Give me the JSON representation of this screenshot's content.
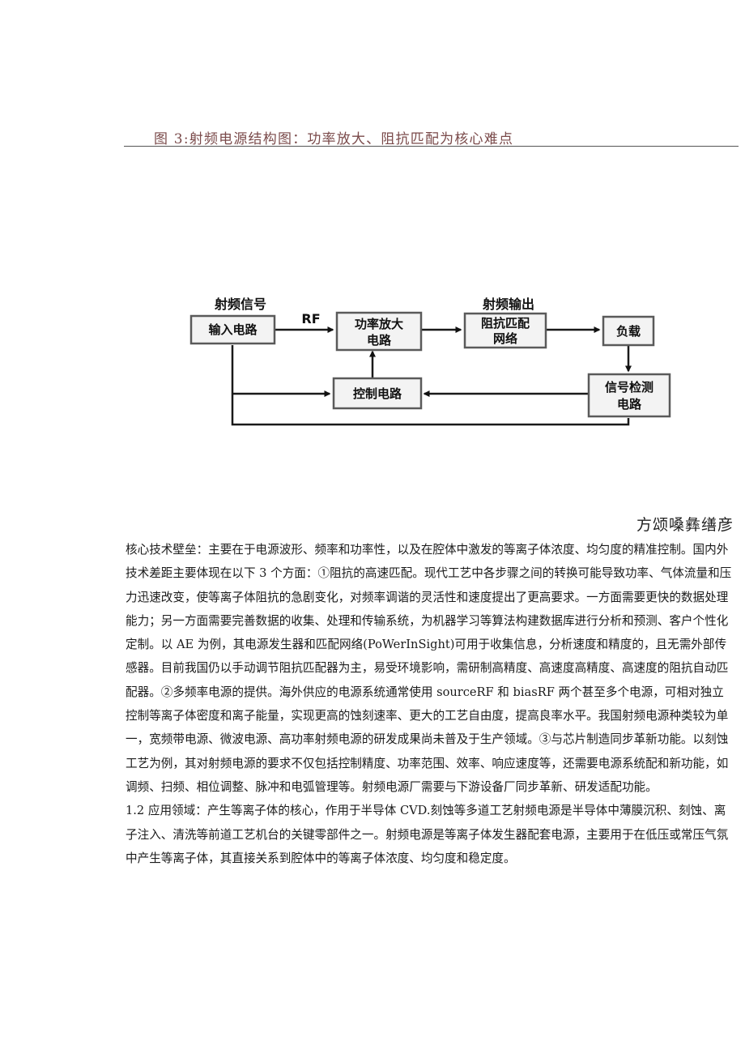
{
  "figure": {
    "title": "图 3:射频电源结构图：功率放大、阻抗匹配为核心难点"
  },
  "diagram": {
    "labels": {
      "rf_signal": "射频信号",
      "rf": "RF",
      "rf_output": "射频输出"
    },
    "boxes": {
      "input": [
        "输入电路"
      ],
      "amp": [
        "功率放大",
        "电路"
      ],
      "match": [
        "阻抗匹配",
        "网络"
      ],
      "load": [
        "负载"
      ],
      "control": [
        "控制电路"
      ],
      "detect": [
        "信号检测",
        "电路"
      ]
    }
  },
  "source_note": "方颂嗓彝缮彦",
  "paragraphs": [
    "核心技术壁垒：主要在于电源波形、频率和功率性，以及在腔体中激发的等离子体浓度、均匀度的精准控制。国内外技术差距主要体现在以下 3 个方面：①阻抗的高速匹配。现代工艺中各步骤之间的转换可能导致功率、气体流量和压力迅速改变，使等离子体阻抗的急剧变化，对频率调谐的灵活性和速度提出了更高要求。一方面需要更快的数据处理能力；另一方面需要完善数据的收集、处理和传输系统，为机器学习等算法构建数据库进行分析和预测、客户个性化定制。以 AE 为例，其电源发生器和匹配网络(PoWerInSight)可用于收集信息，分析速度和精度的，且无需外部传感器。目前我国仍以手动调节阻抗匹配器为主，易受环境影响，需研制高精度、高速度高精度、高速度的阻抗自动匹配器。②多频率电源的提供。海外供应的电源系统通常使用 sourceRF 和 biasRF 两个甚至多个电源，可相对独立控制等离子体密度和离子能量，实现更高的蚀刻速率、更大的工艺自由度，提高良率水平。我国射频电源种类较为单一，宽频带电源、微波电源、高功率射频电源的研发成果尚未普及于生产领域。③与芯片制造同步革新功能。以刻蚀工艺为例，其对射频电源的要求不仅包括控制精度、功率范围、效率、响应速度等，还需要电源系统配和新功能，如调频、扫频、相位调整、脉冲和电弧管理等。射频电源厂需要与下游设备厂同步革新、研发适配功能。",
    "1.2  应用领域：产生等离子体的核心，作用于半导体 CVD.刻蚀等多道工艺射频电源是半导体中薄膜沉积、刻蚀、离子注入、清洗等前道工艺机台的关键零部件之一。射频电源是等离子体发生器配套电源，主要用于在低压或常压气氛中产生等离子体，其直接关系到腔体中的等离子体浓度、均匀度和稳定度。"
  ]
}
